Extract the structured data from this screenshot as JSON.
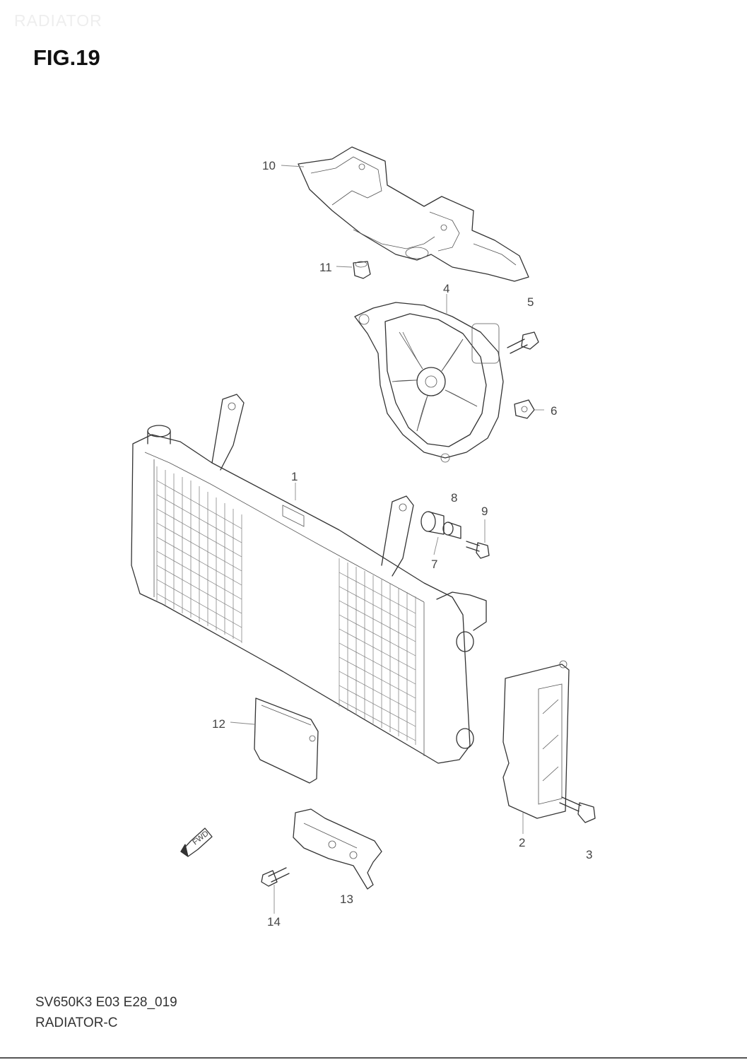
{
  "watermark": "RADIATOR",
  "figure_title": "FIG.19",
  "footer": {
    "code": "SV650K3 E03 E28_019",
    "name": "RADIATOR-C"
  },
  "direction_badge": "FWD",
  "callouts": {
    "c1": "1",
    "c2": "2",
    "c3": "3",
    "c4": "4",
    "c5": "5",
    "c6": "6",
    "c7": "7",
    "c8": "8",
    "c9": "9",
    "c10": "10",
    "c11": "11",
    "c12": "12",
    "c13": "13",
    "c14": "14"
  }
}
